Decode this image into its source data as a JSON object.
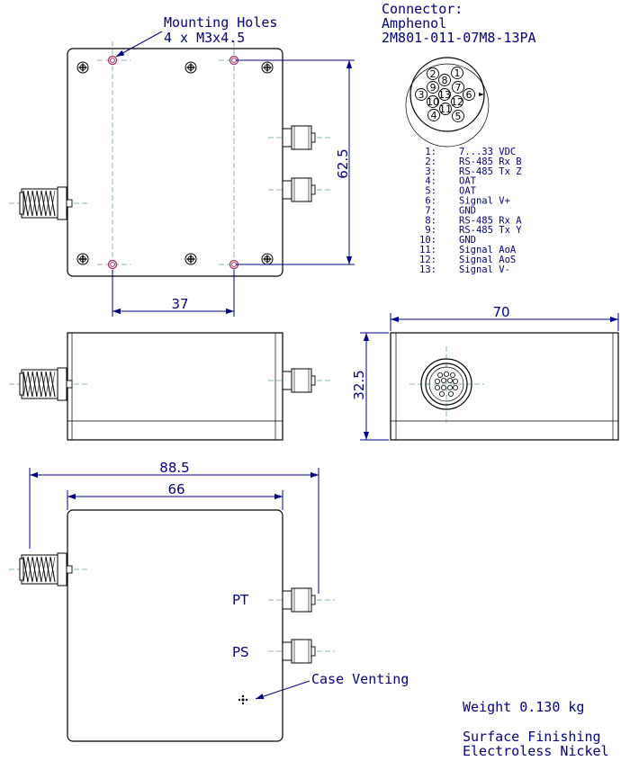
{
  "mounting": {
    "line1": "Mounting Holes",
    "line2": "4 x M3x4.5"
  },
  "connector": {
    "line1": "Connector:",
    "line2": "Amphenol",
    "line3": "2M801-011-07M8-13PA"
  },
  "pin_numbers": [
    "1",
    "2",
    "3",
    "4",
    "5",
    "6",
    "7",
    "8",
    "9",
    "10",
    "11",
    "12",
    "13"
  ],
  "pinout": [
    {
      "num": "1:",
      "signal": "7...33 VDC"
    },
    {
      "num": "2:",
      "signal": "RS-485 Rx B"
    },
    {
      "num": "3:",
      "signal": "RS-485 Tx Z"
    },
    {
      "num": "4:",
      "signal": "OAT"
    },
    {
      "num": "5:",
      "signal": "OAT"
    },
    {
      "num": "6:",
      "signal": "Signal V+"
    },
    {
      "num": "7:",
      "signal": "GND"
    },
    {
      "num": "8:",
      "signal": "RS-485 Rx A"
    },
    {
      "num": "9:",
      "signal": "RS-485 Tx Y"
    },
    {
      "num": "10:",
      "signal": "GND"
    },
    {
      "num": "11:",
      "signal": "Signal AoA"
    },
    {
      "num": "12:",
      "signal": "Signal AoS"
    },
    {
      "num": "13:",
      "signal": "Signal V-"
    }
  ],
  "dims": {
    "d62_5": "62.5",
    "d37": "37",
    "d70": "70",
    "d32_5": "32.5",
    "d88_5": "88.5",
    "d66": "66"
  },
  "ports": {
    "pt": "PT",
    "ps": "PS"
  },
  "case_venting": "Case Venting",
  "weight": "Weight 0.130 kg",
  "finish": {
    "line1": "Surface Finishing",
    "line2": "Electroless Nickel"
  },
  "colors": {
    "dimension": "#00008b",
    "centerline": "#5f9ea0",
    "hole": "#a0306e",
    "outline": "#000000"
  }
}
